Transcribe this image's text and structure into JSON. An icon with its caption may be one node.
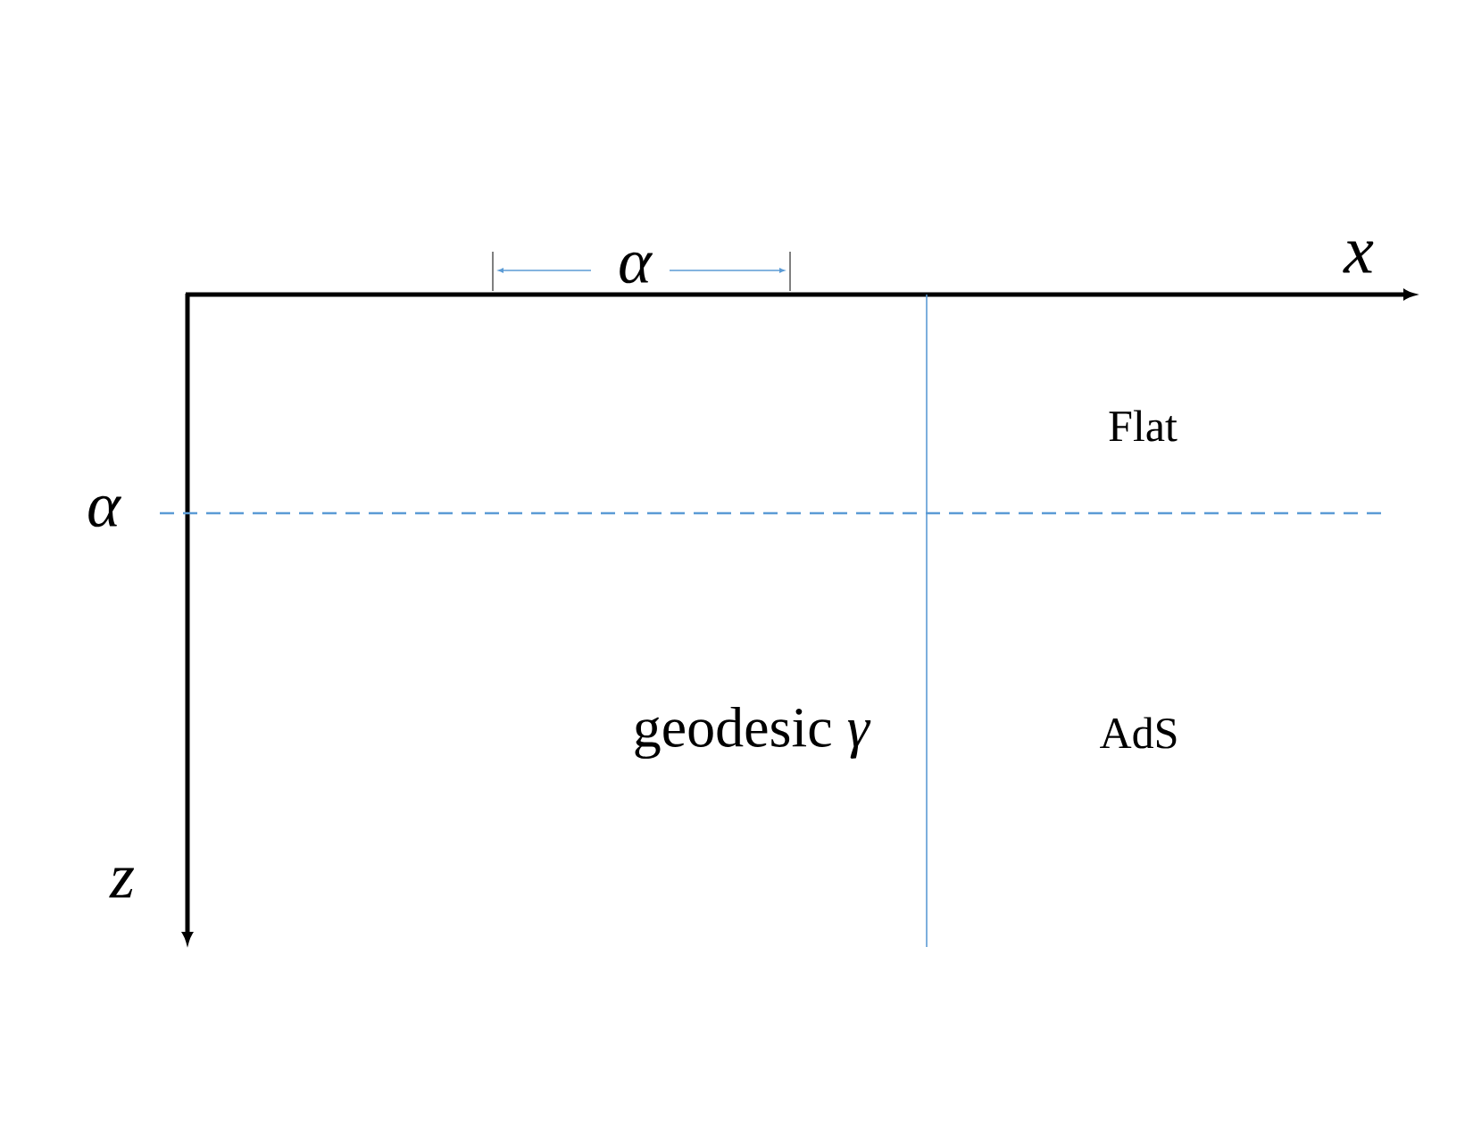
{
  "diagram": {
    "labels": [
      "α",
      "x",
      "Flat",
      "α",
      "geodesic *γ*",
      "AdS",
      "z"
    ]
  }
}
